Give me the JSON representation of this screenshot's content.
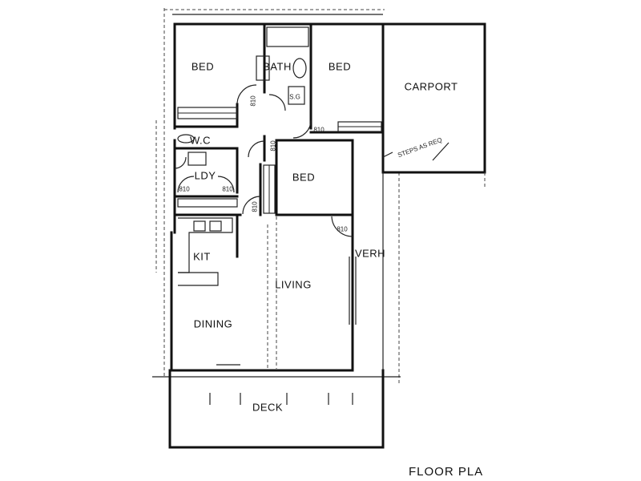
{
  "rooms": {
    "bed1": "BED",
    "bath": "BATH",
    "bed2": "BED",
    "carport": "CARPORT",
    "wc": "W.C",
    "ldy": "LDY",
    "bed3": "BED",
    "kit": "KIT",
    "living": "LIVING",
    "dining": "DINING",
    "verh": "VERH",
    "deck": "DECK"
  },
  "notes": {
    "door_810_a": "810",
    "door_810_b": "810",
    "door_810_c": "810",
    "door_810_d": "810",
    "door_810_e": "810",
    "door_810_f": "810",
    "door_810_g": "810",
    "sg": "S.G",
    "steps": "STEPS AS REQ"
  },
  "title": "FLOOR PLA"
}
